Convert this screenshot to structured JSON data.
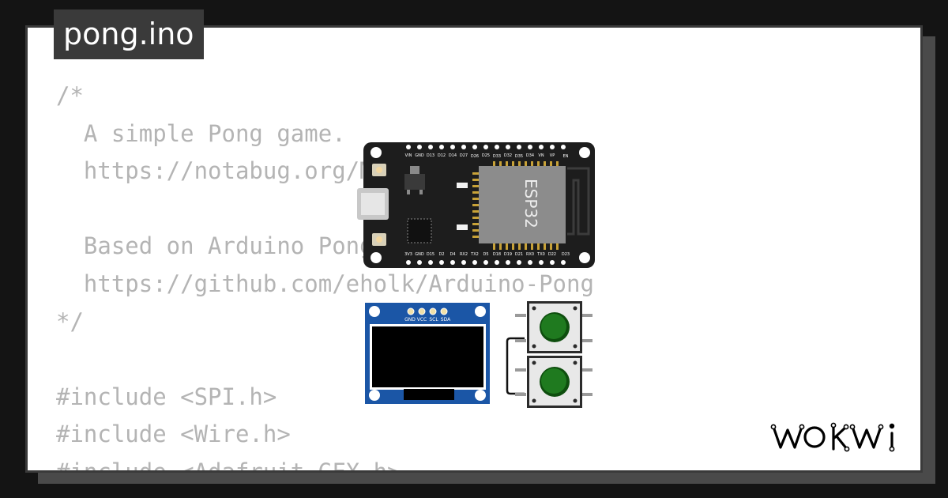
{
  "project": {
    "filename": "pong.ino"
  },
  "code_preview": {
    "lines": [
      "/*",
      "  A simple Pong game.",
      "  https://notabug.org/Mave",
      "",
      "  Based on Arduino Pong by",
      "  https://github.com/eholk/Arduino-Pong",
      "*/",
      "",
      "#include <SPI.h>",
      "#include <Wire.h>",
      "#include <Adafruit_GFX.h>"
    ]
  },
  "components": {
    "esp32": {
      "chip_label": "ESP32",
      "top_pins": [
        "VIN",
        "GND",
        "D13",
        "D12",
        "D14",
        "D27",
        "D26",
        "D25",
        "D33",
        "D32",
        "D35",
        "D34",
        "VN",
        "VP",
        "EN"
      ],
      "bottom_pins": [
        "3V3",
        "GND",
        "D15",
        "D2",
        "D4",
        "RX2",
        "TX2",
        "D5",
        "D18",
        "D19",
        "D21",
        "RX0",
        "TX0",
        "D22",
        "D23"
      ]
    },
    "oled": {
      "pins": [
        "GND",
        "VCC",
        "SCL",
        "SDA"
      ]
    },
    "buttons": [
      {
        "color": "green"
      },
      {
        "color": "green"
      }
    ]
  },
  "brand": {
    "logo_text": "WOKWi"
  },
  "colors": {
    "background": "#141414",
    "card": "#ffffff",
    "badge": "#3a3a3a",
    "code_text": "#b4b4b4",
    "board": "#1d1d1d",
    "oled_pcb": "#1b56a6",
    "button_cap": "#1f7a1f"
  }
}
